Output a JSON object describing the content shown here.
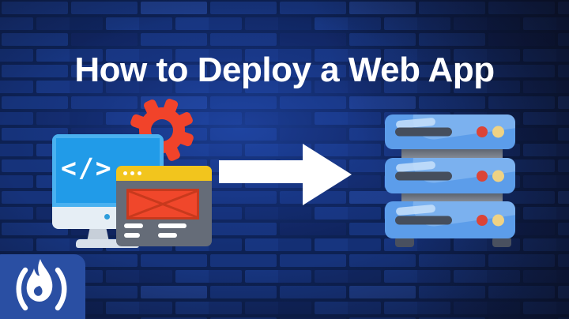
{
  "title": "How to Deploy a Web App",
  "illustration": {
    "code_glyph": "</>",
    "left_parts": [
      "gear",
      "monitor-with-code",
      "browser-window-with-image-placeholder"
    ],
    "arrow_direction": "right",
    "server_unit_count": 3
  },
  "logo": {
    "brand": "freeCodeCamp flame in parentheses"
  },
  "colors": {
    "background_brick": "#16337B",
    "background_mortar": "#0D2153",
    "title_text": "#FFFFFF",
    "gear": "#F1432A",
    "monitor_screen": "#219BE8",
    "monitor_chin": "#E6EEF5",
    "browser_header_yellow": "#F2C51D",
    "browser_body_gray": "#656C78",
    "image_placeholder_red": "#F0472B",
    "arrow_white": "#FFFFFF",
    "server_body_blue": "#5C9DEA",
    "server_slot": "#454E5D",
    "server_led_red": "#DB4437",
    "server_led_yellow": "#EFD284",
    "logo_box_blue": "#2A4FA3"
  }
}
